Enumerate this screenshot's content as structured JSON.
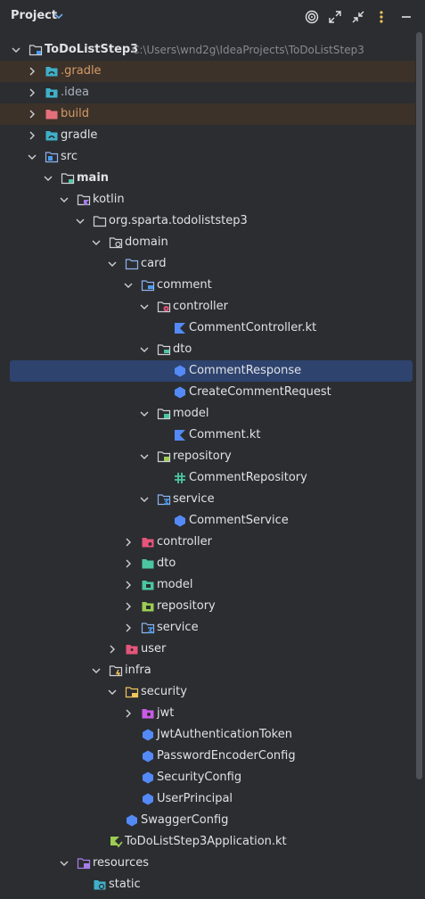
{
  "header": {
    "title": "Project"
  },
  "tree": {
    "root": {
      "name": "ToDoListStep3",
      "path": "C:\\Users\\wnd2g\\IdeaProjects\\ToDoListStep3"
    },
    "gradle_hidden": ".gradle",
    "idea": ".idea",
    "build": "build",
    "gradle": "gradle",
    "src": "src",
    "main": "main",
    "kotlin": "kotlin",
    "package": "org.sparta.todoliststep3",
    "domain": "domain",
    "card": "card",
    "comment": "comment",
    "controller": "controller",
    "comment_controller": "CommentController.kt",
    "dto": "dto",
    "comment_response": "CommentResponse",
    "create_comment_request": "CreateCommentRequest",
    "model": "model",
    "comment_kt": "Comment.kt",
    "repository": "repository",
    "comment_repository": "CommentRepository",
    "service": "service",
    "comment_service": "CommentService",
    "card_controller": "controller",
    "card_dto": "dto",
    "card_model": "model",
    "card_repository": "repository",
    "card_service": "service",
    "user": "user",
    "infra": "infra",
    "security": "security",
    "jwt": "jwt",
    "jwt_token": "JwtAuthenticationToken",
    "password_encoder": "PasswordEncoderConfig",
    "security_config": "SecurityConfig",
    "user_principal": "UserPrincipal",
    "swagger_config": "SwaggerConfig",
    "application": "ToDoListStep3Application.kt",
    "resources": "resources",
    "static": "static"
  },
  "colors": {
    "background": "#2b2d30",
    "selection": "#2e436e",
    "excluded": "#3c322a",
    "excluded_text": "#d69a66",
    "path_text": "#868a91",
    "kotlin_class": "#548af7"
  }
}
